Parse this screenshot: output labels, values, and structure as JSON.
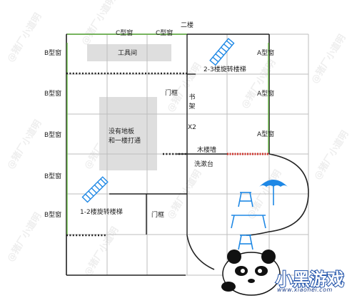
{
  "labels": {
    "floor": "二楼",
    "tool_room": "工具间",
    "no_floor": "没有地板\n和一楼打通",
    "stair_23": "2-3楼旋转楼梯",
    "stair_12": "1-2楼旋转楼梯",
    "door_frame_1": "门框",
    "door_frame_2": "门框",
    "bookshelf": "书\n架",
    "x2": "X2",
    "wood_stair": "木楼墙",
    "washbasin": "洗漱台"
  },
  "windows": {
    "c_left": "C型窗",
    "c_right": "C型窗",
    "b_1": "B型窗",
    "b_2": "B型窗",
    "b_3": "B型窗",
    "b_4": "B型窗",
    "b_5": "B型窗",
    "a_1": "A型窗",
    "a_2": "A型窗",
    "a_3": "A型窗"
  },
  "watermark": "@猪厂小道明",
  "logo": {
    "title": "小黑游戏",
    "url": "www.xiaohei.com"
  },
  "colors": {
    "grid": "#bdbdbd",
    "wall": "#222222",
    "window_line": "#6fbf4e",
    "stair_rail": "#d0342c",
    "icon_blue": "#1e88e5",
    "room_fill": "#dedede"
  }
}
